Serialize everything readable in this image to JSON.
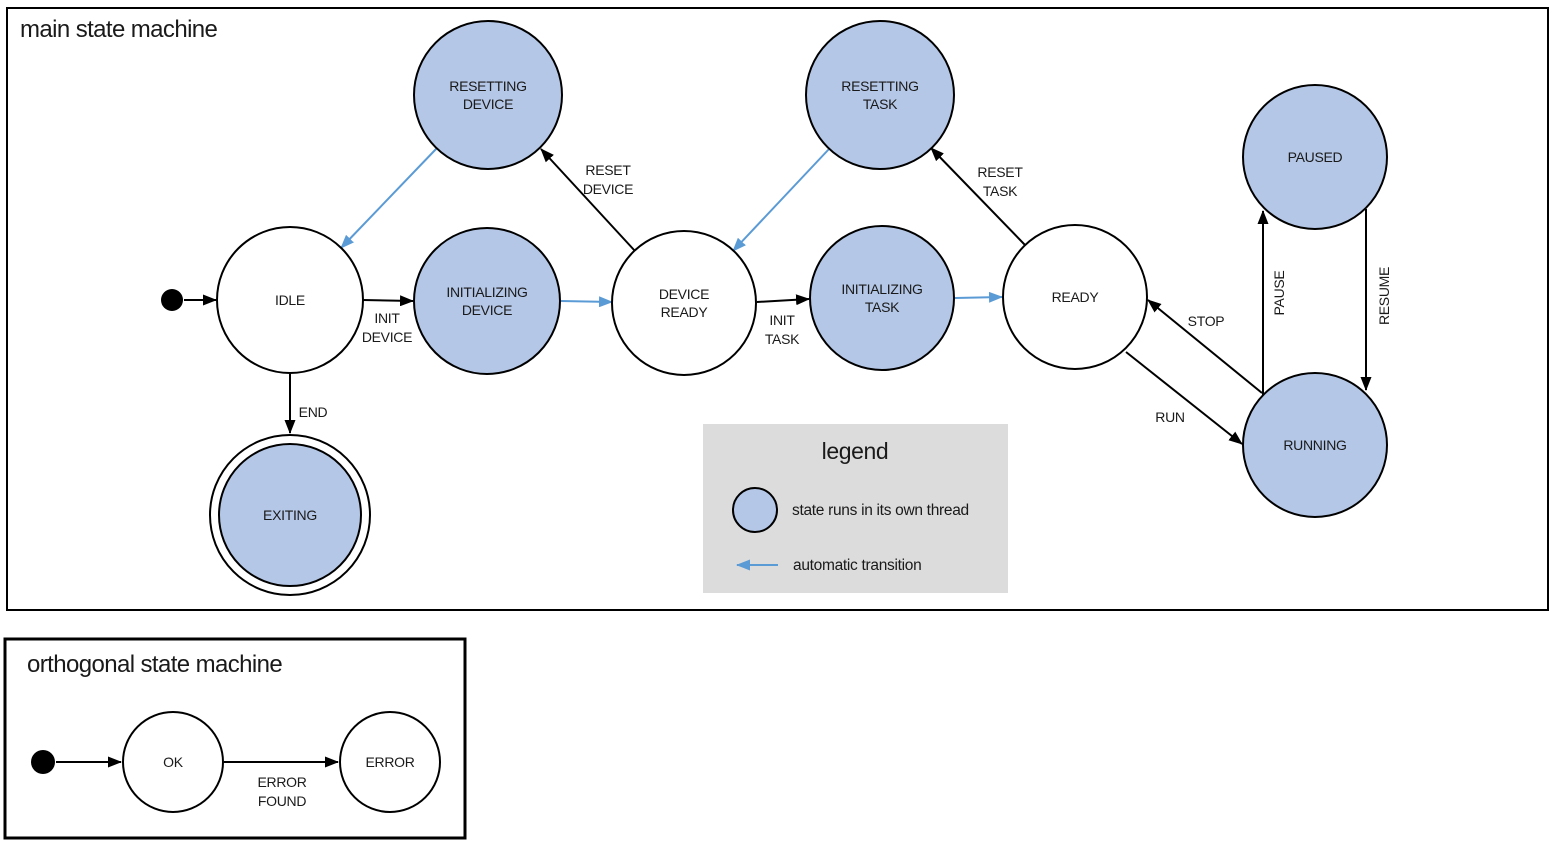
{
  "colors": {
    "threaded_state_fill": "#b4c7e7",
    "state_stroke": "#000000",
    "auto_transition_blue": "#5b9bd5",
    "legend_background": "#dcdcdc",
    "text_color": "#1a1a1a"
  },
  "main": {
    "title": "main state machine",
    "states": {
      "idle": {
        "label": "IDLE"
      },
      "initializing_device": {
        "line1": "INITIALIZING",
        "line2": "DEVICE"
      },
      "device_ready": {
        "line1": "DEVICE",
        "line2": "READY"
      },
      "initializing_task": {
        "line1": "INITIALIZING",
        "line2": "TASK"
      },
      "ready": {
        "label": "READY"
      },
      "resetting_device": {
        "line1": "RESETTING",
        "line2": "DEVICE"
      },
      "resetting_task": {
        "line1": "RESETTING",
        "line2": "TASK"
      },
      "paused": {
        "label": "PAUSED"
      },
      "running": {
        "label": "RUNNING"
      },
      "exiting": {
        "label": "EXITING"
      }
    },
    "transitions": {
      "init_device": {
        "line1": "INIT",
        "line2": "DEVICE"
      },
      "init_task": {
        "line1": "INIT",
        "line2": "TASK"
      },
      "reset_device": {
        "line1": "RESET",
        "line2": "DEVICE"
      },
      "reset_task": {
        "line1": "RESET",
        "line2": "TASK"
      },
      "end": {
        "label": "END"
      },
      "run": {
        "label": "RUN"
      },
      "stop": {
        "label": "STOP"
      },
      "pause": {
        "label": "PAUSE"
      },
      "resume": {
        "label": "RESUME"
      }
    }
  },
  "legend": {
    "title": "legend",
    "threaded_item_label": "state runs in its own thread",
    "auto_transition_item_label": "automatic transition"
  },
  "orthogonal": {
    "title": "orthogonal state machine",
    "states": {
      "ok": {
        "label": "OK"
      },
      "error": {
        "label": "ERROR"
      }
    },
    "transitions": {
      "error_found": {
        "line1": "ERROR",
        "line2": "FOUND"
      }
    }
  }
}
